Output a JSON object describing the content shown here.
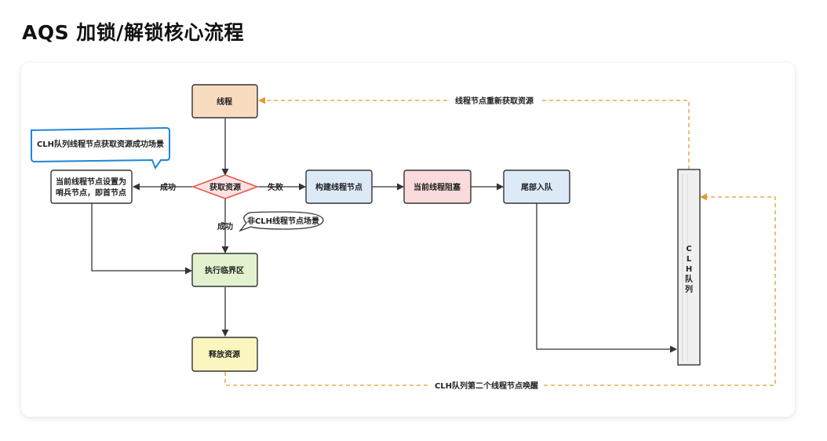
{
  "title": "AQS 加锁/解锁核心流程",
  "nodes": {
    "thread": "线程",
    "acquire": "获取资源",
    "build_node": "构建线程节点",
    "block": "当前线程阻塞",
    "enqueue_tail": "尾部入队",
    "sentinel_line1": "当前线程节点设置为",
    "sentinel_line2": "哨兵节点，即首节点",
    "critical": "执行临界区",
    "release": "释放资源",
    "clh_queue": [
      "C",
      "L",
      "H",
      "队",
      "列"
    ]
  },
  "callouts": {
    "success_scene": "CLH队列线程节点获取资源成功场景",
    "non_clh_scene": "非CLH线程节点场景"
  },
  "edge_labels": {
    "success_left": "成功",
    "fail": "失败",
    "success_down": "成功",
    "reacquire": "线程节点重新获取资源",
    "wake_second": "CLH队列第二个线程节点唤醒"
  },
  "colors": {
    "thread_fill": "#f9dcc0",
    "acquire_fill": "#fde1e1",
    "acquire_stroke": "#e05a4a",
    "build_fill": "#dce9f7",
    "block_fill": "#fadada",
    "enqueue_fill": "#dce9f7",
    "critical_fill": "#e2f2cf",
    "release_fill": "#fbf6bf",
    "queue_fill": "#f0f0f0",
    "callout_stroke": "#1e86d8",
    "dashed": "#e69a2e"
  }
}
